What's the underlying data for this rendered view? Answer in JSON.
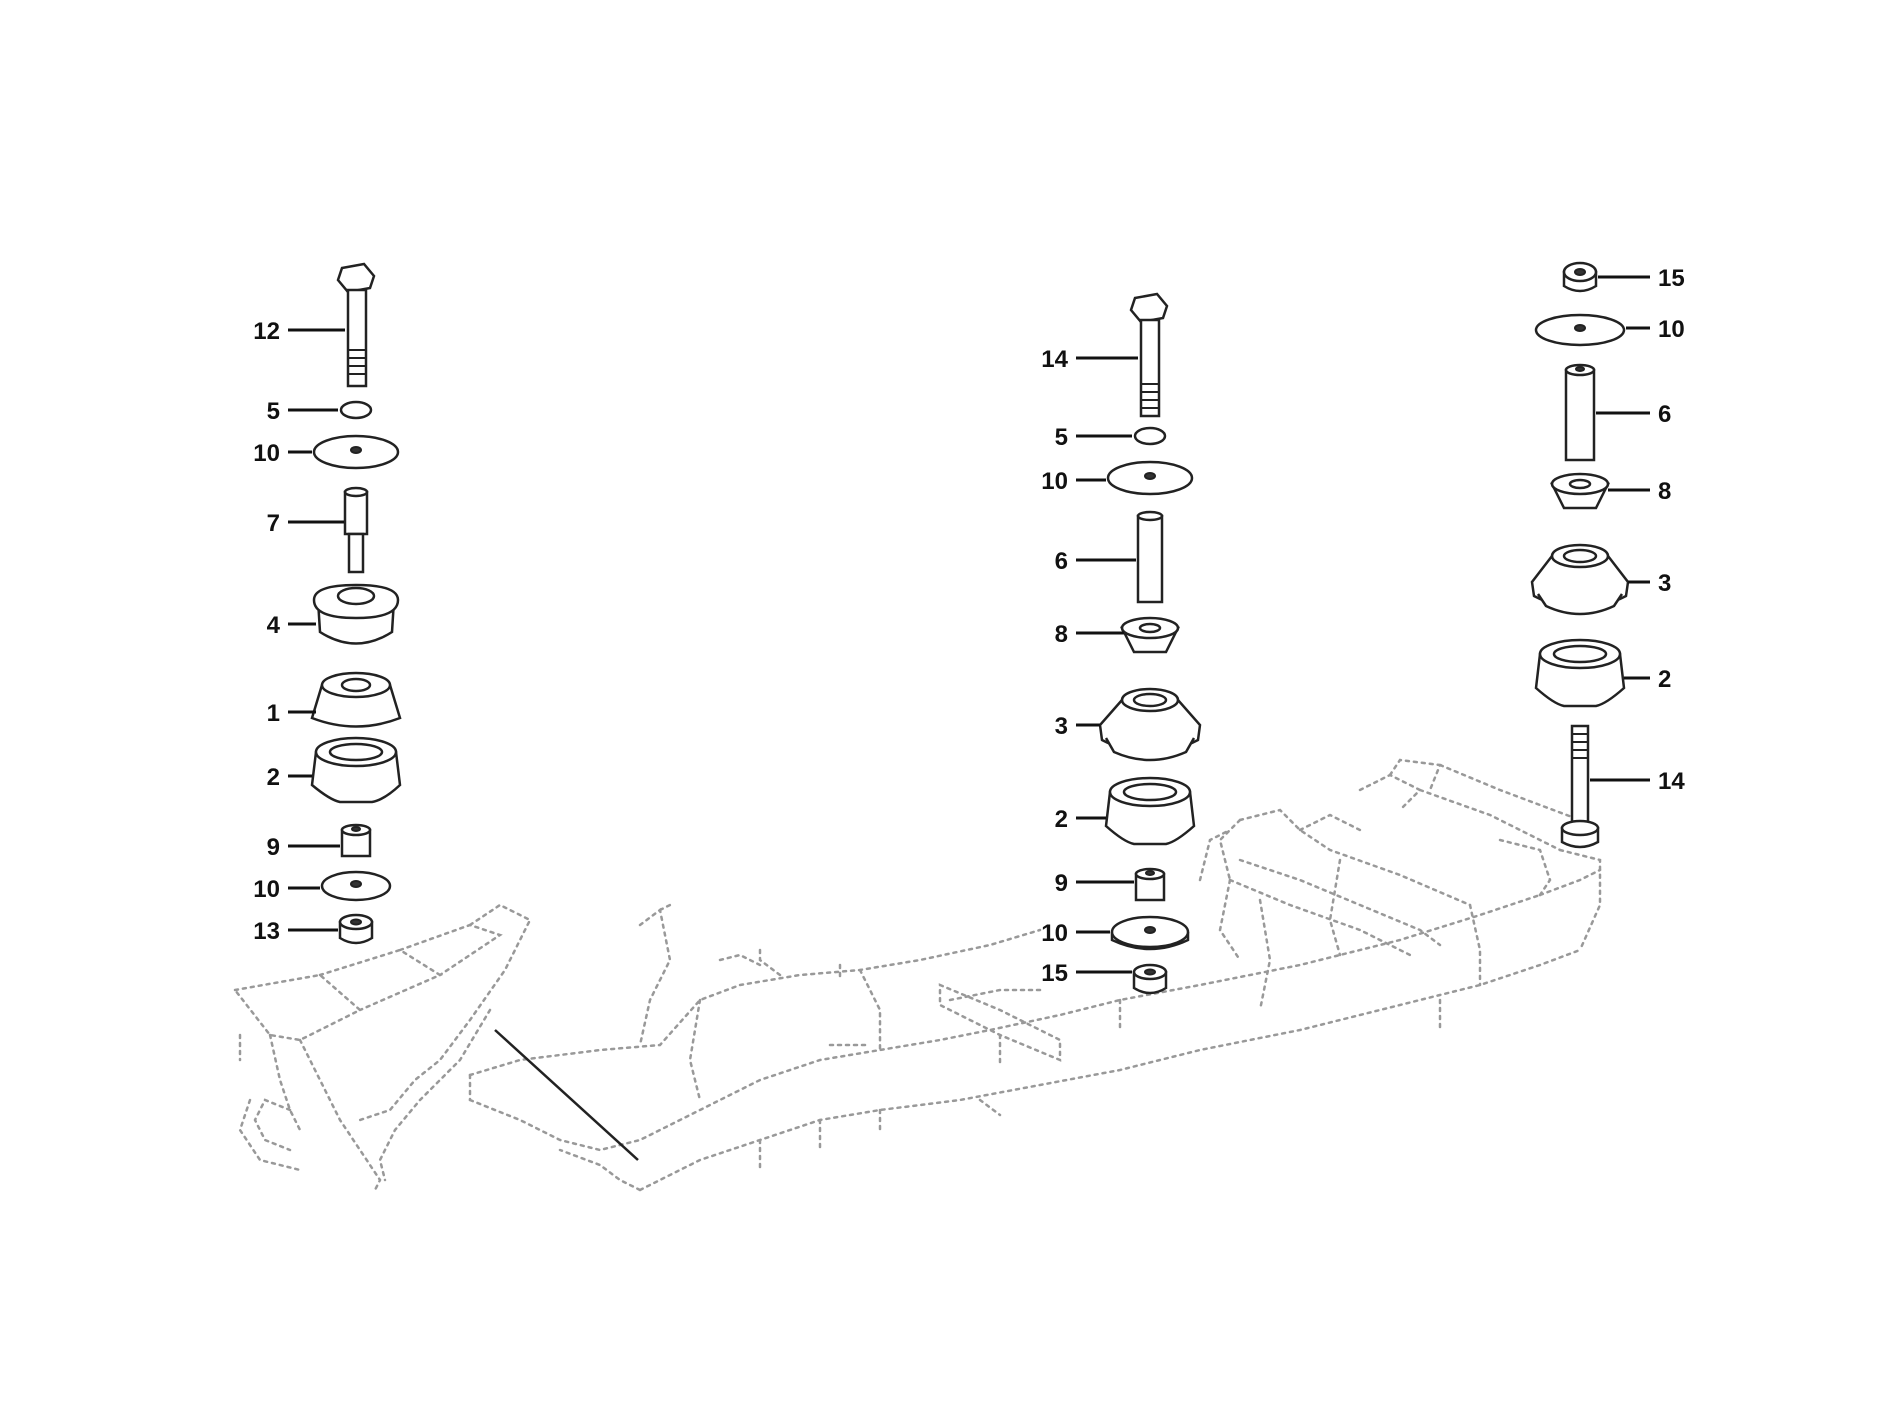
{
  "diagram": {
    "left_stack": {
      "callouts": [
        "12",
        "5",
        "10",
        "7",
        "4",
        "1",
        "2",
        "9",
        "10",
        "13"
      ]
    },
    "middle_stack": {
      "callouts": [
        "14",
        "5",
        "10",
        "6",
        "8",
        "3",
        "2",
        "9",
        "10",
        "15"
      ]
    },
    "right_stack": {
      "callouts": [
        "15",
        "10",
        "6",
        "8",
        "3",
        "2",
        "14"
      ]
    }
  }
}
